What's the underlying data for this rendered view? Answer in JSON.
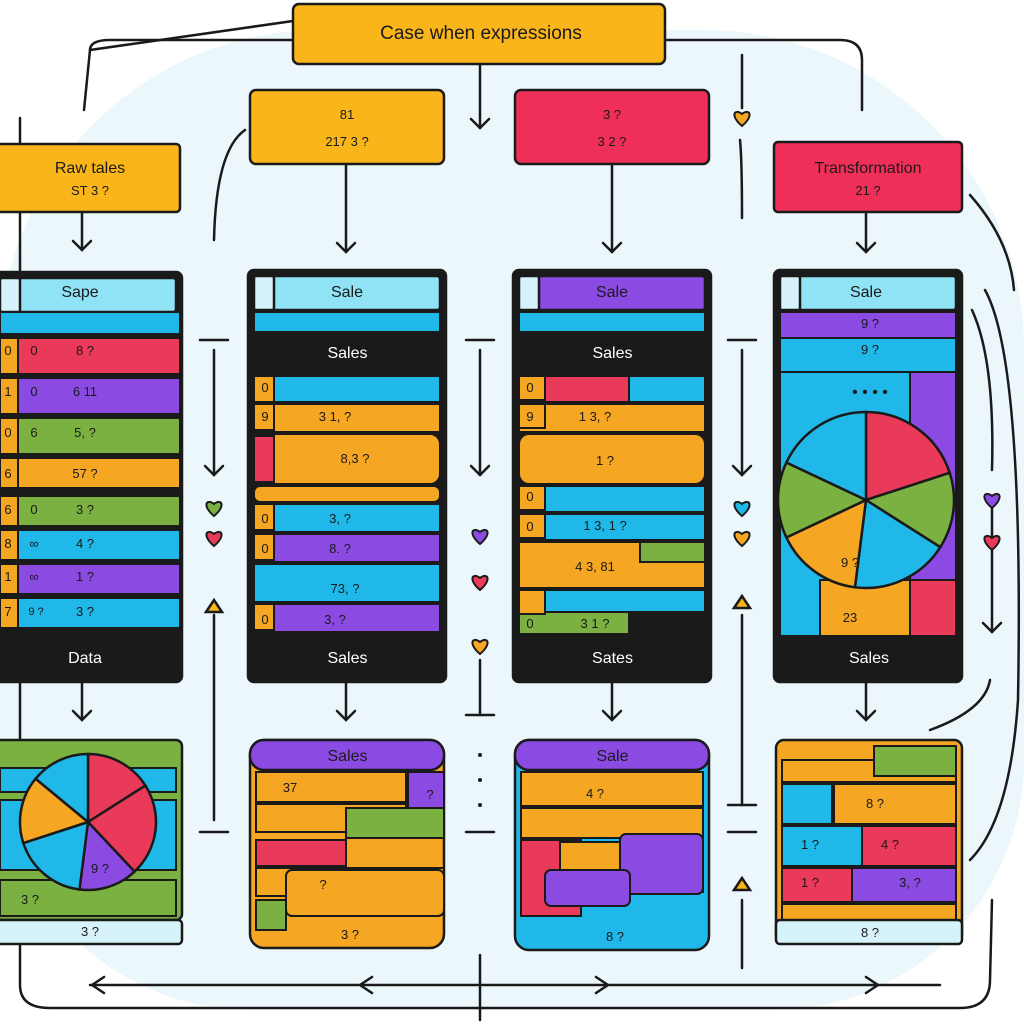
{
  "title": "Case when expressions",
  "header_boxes": {
    "raw_sales": {
      "label": "Raw tales",
      "value": "ST 3 ?"
    },
    "box_2": {
      "label": "81",
      "value": "217 3 ?"
    },
    "box_3": {
      "label": "3 ?",
      "value": "3 2 ?"
    },
    "transformation": {
      "label": "Transformation",
      "value": "21 ?"
    }
  },
  "tables": [
    {
      "header": "Sape",
      "footer": "Data",
      "rows": [
        {
          "num": "0",
          "mark": "0",
          "value": "8 ?"
        },
        {
          "num": "1",
          "mark": "0",
          "value": "6 11"
        },
        {
          "num": "0",
          "mark": "6",
          "value": "5, ?"
        },
        {
          "num": "6",
          "mark": "",
          "value": "57 ?"
        },
        {
          "num": "6",
          "mark": "0",
          "value": "3 ?"
        },
        {
          "num": "8",
          "mark": "∞",
          "value": "4 ?"
        },
        {
          "num": "1",
          "mark": "∞",
          "value": "1 ?"
        },
        {
          "num": "7",
          "mark": "9 ?",
          "value": "3 ?"
        }
      ]
    },
    {
      "header": "Sale",
      "subheader": "Sales",
      "footer": "Sales",
      "rows": [
        {
          "num": "0",
          "value": ""
        },
        {
          "num": "9",
          "value": "3 1, ?"
        },
        {
          "num": "",
          "value": "8,3 ?"
        },
        {
          "num": "0",
          "value": "3, ?"
        },
        {
          "num": "0",
          "value": "8. ?"
        },
        {
          "num": "",
          "value": "73, ?"
        },
        {
          "num": "0",
          "value": "3, ?"
        }
      ]
    },
    {
      "header": "Sale",
      "subheader": "Sales",
      "footer": "Sates",
      "rows": [
        {
          "num": "0",
          "value": ""
        },
        {
          "num": "9",
          "value": "1 3, ?"
        },
        {
          "num": "",
          "value": "1 ?"
        },
        {
          "num": "0",
          "value": ""
        },
        {
          "num": "0",
          "value": "1 3, 1 ?"
        },
        {
          "num": "",
          "value": "4 3, 81"
        },
        {
          "num": "0",
          "value": "3 1 ?"
        }
      ]
    },
    {
      "header": "Sale",
      "footer": "Sales",
      "values": [
        "9 ?",
        "9 ?"
      ],
      "pie_dots": "• • • •",
      "pie_labels": [
        "9 ?",
        "23"
      ],
      "pie": {
        "type": "pie",
        "values": [
          20,
          14,
          18,
          16,
          14,
          18
        ],
        "colors": [
          "#ea3a5a",
          "#7bb141",
          "#1fb8e8",
          "#f5a623",
          "#7bb141",
          "#1fb8e8"
        ]
      }
    }
  ],
  "bottom": [
    {
      "labels": [
        "3 ?",
        "9 ?"
      ],
      "caption": "3 ?"
    },
    {
      "header": "Sales",
      "labels": [
        "37",
        "?",
        "?"
      ],
      "caption": "3 ?"
    },
    {
      "header": "Sale",
      "labels": [
        "4 ?"
      ],
      "caption": "8 ?"
    },
    {
      "labels": [
        "8 ?",
        "1 ?",
        "4 ?",
        "1 ?",
        "3, ?"
      ],
      "caption": "8 ?"
    }
  ],
  "colors": {
    "accent_yellow": "#f9b51a",
    "accent_pink": "#ef2f58",
    "cyan": "#1fb8e8",
    "purple": "#8b4be3",
    "green": "#7bb141",
    "orange": "#f5a623",
    "red": "#ea3a5a",
    "dark": "#1a1a1a"
  }
}
